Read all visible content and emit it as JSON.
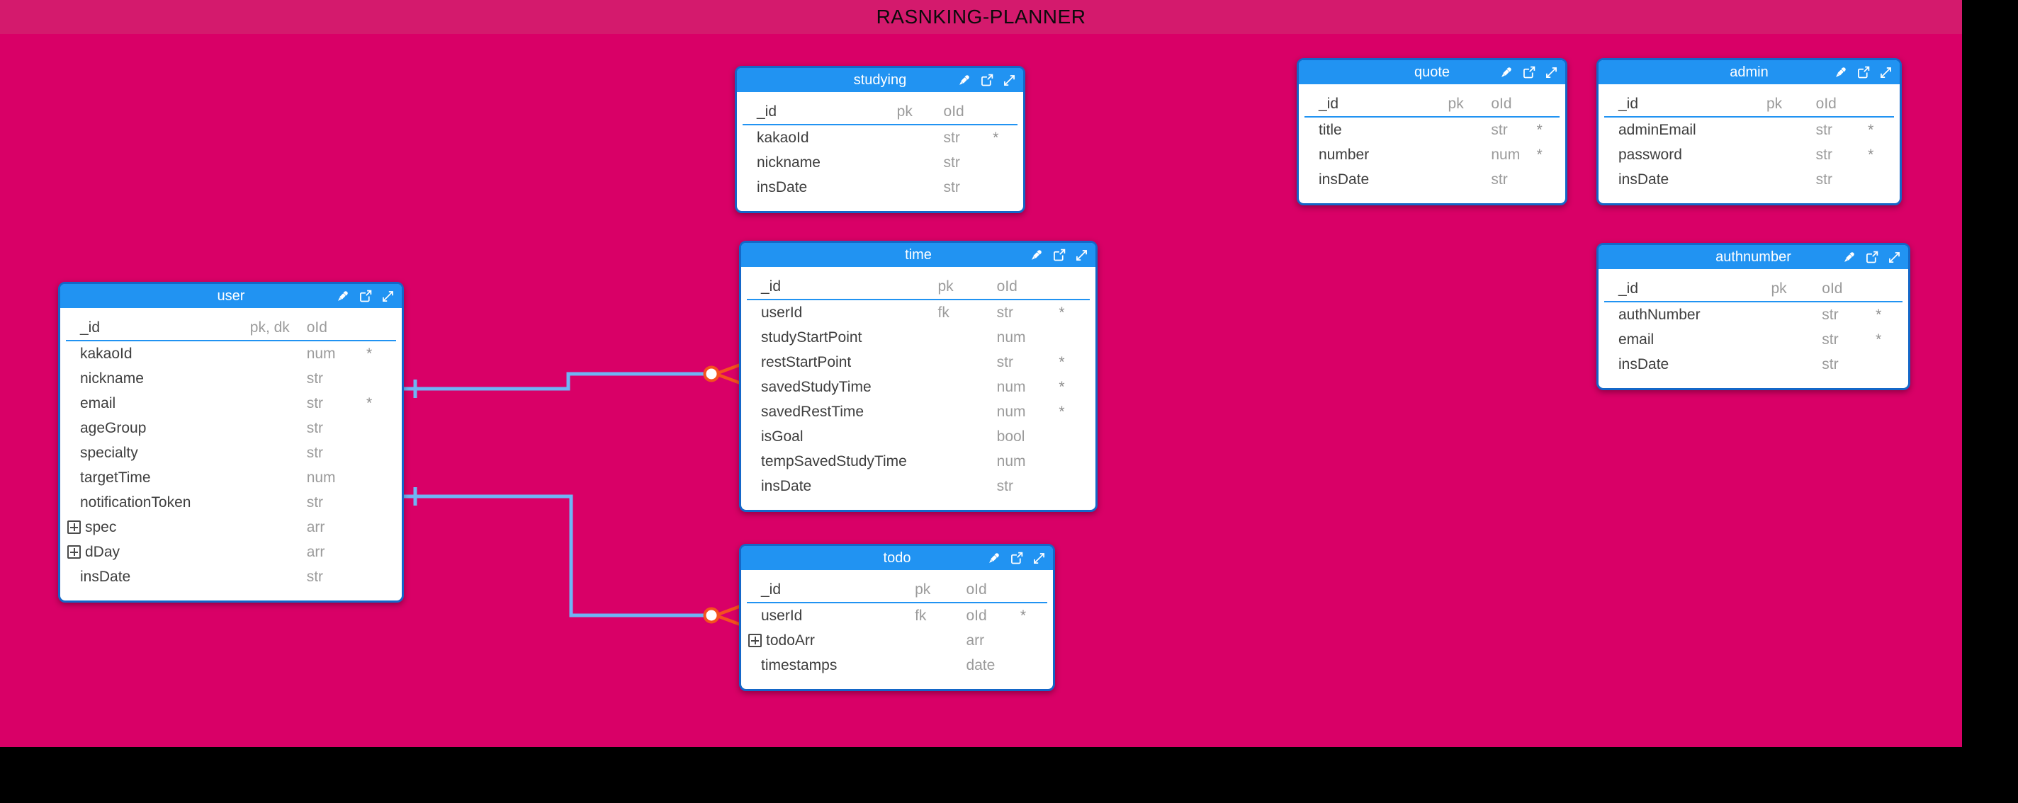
{
  "app": {
    "title": "RASNKING-PLANNER"
  },
  "colors": {
    "canvas": "#D90067",
    "titlebar": "#D41A6D",
    "letterbox": "#000000",
    "table_header": "#2193F2",
    "table_border": "#1467C8",
    "relationship_line": "#6FB5F4",
    "relationship_many": "#F4511E",
    "resize_bracket": "#A6A6A6",
    "column_name_text": "#3E3E3E",
    "column_meta_text": "#9B9B9B"
  },
  "icons": {
    "table_header": [
      "color-picker-icon",
      "open-in-new-window-icon",
      "resize-expand-icon"
    ],
    "expand_column": "plus-box-icon"
  },
  "tables": [
    {
      "name": "studying",
      "columns": [
        {
          "name": "_id",
          "key": "pk",
          "type": "oId",
          "star": ""
        },
        {
          "name": "kakaoId",
          "key": "",
          "type": "str",
          "star": "*"
        },
        {
          "name": "nickname",
          "key": "",
          "type": "str",
          "star": ""
        },
        {
          "name": "insDate",
          "key": "",
          "type": "str",
          "star": ""
        }
      ]
    },
    {
      "name": "quote",
      "columns": [
        {
          "name": "_id",
          "key": "pk",
          "type": "oId",
          "star": ""
        },
        {
          "name": "title",
          "key": "",
          "type": "str",
          "star": "*"
        },
        {
          "name": "number",
          "key": "",
          "type": "num",
          "star": "*"
        },
        {
          "name": "insDate",
          "key": "",
          "type": "str",
          "star": ""
        }
      ]
    },
    {
      "name": "admin",
      "columns": [
        {
          "name": "_id",
          "key": "pk",
          "type": "oId",
          "star": ""
        },
        {
          "name": "adminEmail",
          "key": "",
          "type": "str",
          "star": "*"
        },
        {
          "name": "password",
          "key": "",
          "type": "str",
          "star": "*"
        },
        {
          "name": "insDate",
          "key": "",
          "type": "str",
          "star": ""
        }
      ]
    },
    {
      "name": "user",
      "columns": [
        {
          "name": "_id",
          "key": "pk, dk",
          "type": "oId",
          "star": ""
        },
        {
          "name": "kakaoId",
          "key": "",
          "type": "num",
          "star": "*"
        },
        {
          "name": "nickname",
          "key": "",
          "type": "str",
          "star": ""
        },
        {
          "name": "email",
          "key": "",
          "type": "str",
          "star": "*"
        },
        {
          "name": "ageGroup",
          "key": "",
          "type": "str",
          "star": ""
        },
        {
          "name": "specialty",
          "key": "",
          "type": "str",
          "star": ""
        },
        {
          "name": "targetTime",
          "key": "",
          "type": "num",
          "star": ""
        },
        {
          "name": "notificationToken",
          "key": "",
          "type": "str",
          "star": ""
        },
        {
          "name": "spec",
          "key": "",
          "type": "arr",
          "star": "",
          "expand": true
        },
        {
          "name": "dDay",
          "key": "",
          "type": "arr",
          "star": "",
          "expand": true
        },
        {
          "name": "insDate",
          "key": "",
          "type": "str",
          "star": ""
        }
      ]
    },
    {
      "name": "time",
      "columns": [
        {
          "name": "_id",
          "key": "pk",
          "type": "oId",
          "star": ""
        },
        {
          "name": "userId",
          "key": "fk",
          "type": "str",
          "star": "*"
        },
        {
          "name": "studyStartPoint",
          "key": "",
          "type": "num",
          "star": ""
        },
        {
          "name": "restStartPoint",
          "key": "",
          "type": "str",
          "star": "*"
        },
        {
          "name": "savedStudyTime",
          "key": "",
          "type": "num",
          "star": "*"
        },
        {
          "name": "savedRestTime",
          "key": "",
          "type": "num",
          "star": "*"
        },
        {
          "name": "isGoal",
          "key": "",
          "type": "bool",
          "star": ""
        },
        {
          "name": "tempSavedStudyTime",
          "key": "",
          "type": "num",
          "star": ""
        },
        {
          "name": "insDate",
          "key": "",
          "type": "str",
          "star": ""
        }
      ]
    },
    {
      "name": "authnumber",
      "columns": [
        {
          "name": "_id",
          "key": "pk",
          "type": "oId",
          "star": ""
        },
        {
          "name": "authNumber",
          "key": "",
          "type": "str",
          "star": "*"
        },
        {
          "name": "email",
          "key": "",
          "type": "str",
          "star": "*"
        },
        {
          "name": "insDate",
          "key": "",
          "type": "str",
          "star": ""
        }
      ]
    },
    {
      "name": "todo",
      "columns": [
        {
          "name": "_id",
          "key": "pk",
          "type": "oId",
          "star": ""
        },
        {
          "name": "userId",
          "key": "fk",
          "type": "oId",
          "star": "*"
        },
        {
          "name": "todoArr",
          "key": "",
          "type": "arr",
          "star": "",
          "expand": true
        },
        {
          "name": "timestamps",
          "key": "",
          "type": "date",
          "star": ""
        }
      ]
    }
  ],
  "relationships": [
    {
      "from": "user",
      "to": "time",
      "from_cardinality": "one",
      "to_cardinality": "zero-or-many"
    },
    {
      "from": "user",
      "to": "todo",
      "from_cardinality": "one",
      "to_cardinality": "zero-or-many"
    }
  ]
}
